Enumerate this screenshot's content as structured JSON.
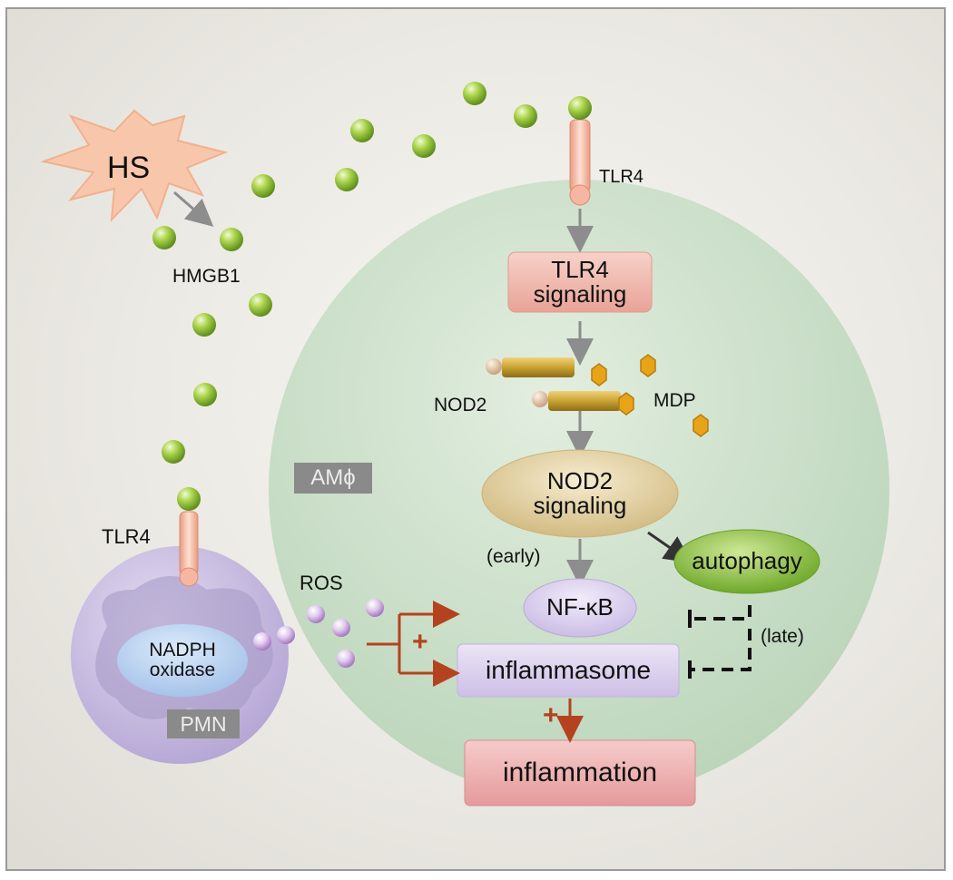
{
  "labels": {
    "hs": "HS",
    "hmgb1": "HMGB1",
    "tlr4_top": "TLR4",
    "tlr4_left": "TLR4",
    "tlr4_signaling_line1": "TLR4",
    "tlr4_signaling_line2": "signaling",
    "nod2": "NOD2",
    "mdp": "MDP",
    "am_phi": "AMϕ",
    "nod2_signaling_line1": "NOD2",
    "nod2_signaling_line2": "signaling",
    "autophagy": "autophagy",
    "early": "(early)",
    "nfkb": "NF-κB",
    "late": "(late)",
    "ros": "ROS",
    "plus_ros": "+",
    "inflammasome": "inflammasome",
    "plus_inflammasome": "+",
    "inflammation": "inflammation",
    "nadph_line1": "NADPH",
    "nadph_line2": "oxidase",
    "pmn": "PMN"
  },
  "colors": {
    "hmgb1_particle": "#9cc43c",
    "macrophage": "#cfe3cc",
    "pmn_cell": "#c9bde0",
    "tlr4_receptor": "#f2b49a",
    "signaling_box": "#f0b9ae",
    "nod2_signaling": "#e2d1a6",
    "autophagy": "#8cc43a",
    "nfkb": "#dcd0ee",
    "inflammasome": "#d9cdec",
    "inflammation": "#eea9a9",
    "mdp": "#e8a418",
    "ros_particle": "#d6b9e4",
    "activation_arrow": "#b5421e",
    "gray_arrow": "#8d8d8d",
    "inhibition": "#111111"
  }
}
